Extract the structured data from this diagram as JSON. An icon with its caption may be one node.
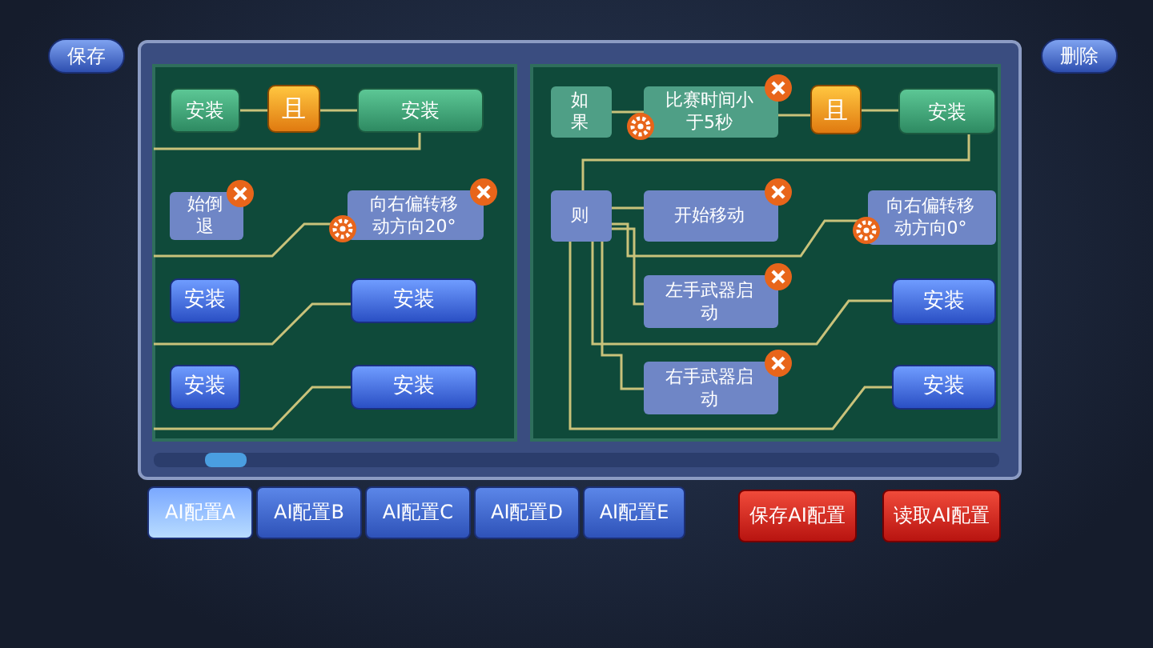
{
  "diagram": {
    "nodes": [
      {
        "text": [
          "安装"
        ]
      },
      {
        "text": [
          "且"
        ]
      },
      {
        "text": [
          "安装"
        ]
      },
      {
        "text": [
          "始倒退"
        ]
      },
      {
        "text": [
          "向右偏转移动方向20°"
        ]
      },
      {
        "text": [
          "安装"
        ]
      },
      {
        "text": [
          "安装"
        ]
      },
      {
        "text": [
          "安装"
        ]
      },
      {
        "text": [
          "安装"
        ]
      },
      {
        "text": [
          "如果"
        ]
      },
      {
        "text": [
          "比赛时间小于5秒"
        ]
      },
      {
        "text": [
          "且"
        ]
      },
      {
        "text": [
          "安装"
        ]
      },
      {
        "text": [
          "则"
        ]
      },
      {
        "text": [
          "开始移动"
        ]
      },
      {
        "text": [
          "向右偏转移动方向0°"
        ]
      },
      {
        "text": [
          "左手武器启动"
        ]
      },
      {
        "text": [
          "安装"
        ]
      },
      {
        "text": [
          "右手武器启动"
        ]
      },
      {
        "text": [
          "安装"
        ]
      }
    ],
    "edges": [
      {
        "from": 0,
        "to": 1,
        "arrow": "none"
      },
      {
        "from": 1,
        "to": 2,
        "arrow": "none"
      },
      {
        "from": 2,
        "to": null,
        "arrow": "none"
      },
      {
        "from": null,
        "to": 4,
        "arrow": "none"
      },
      {
        "from": null,
        "to": 6,
        "arrow": "none"
      },
      {
        "from": null,
        "to": 8,
        "arrow": "none"
      },
      {
        "from": 9,
        "to": 10,
        "arrow": "none"
      },
      {
        "from": 10,
        "to": 11,
        "arrow": "none"
      },
      {
        "from": 11,
        "to": 12,
        "arrow": "none"
      },
      {
        "from": 12,
        "to": 13,
        "arrow": "none"
      },
      {
        "from": 13,
        "to": 14,
        "arrow": "none"
      },
      {
        "from": 13,
        "to": 15,
        "arrow": "none"
      },
      {
        "from": 13,
        "to": 16,
        "arrow": "none"
      },
      {
        "from": 13,
        "to": 17,
        "arrow": "none"
      },
      {
        "from": 13,
        "to": 18,
        "arrow": "none"
      },
      {
        "from": 13,
        "to": 19,
        "arrow": "none"
      }
    ],
    "labels": [
      "保存",
      "删除",
      "AI配置A",
      "AI配置B",
      "AI配置C",
      "AI配置D",
      "AI配置E",
      "保存AI配置",
      "读取AI配置"
    ]
  }
}
